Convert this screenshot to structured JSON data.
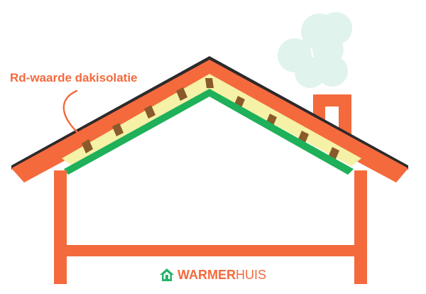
{
  "callout": {
    "label": "Rd-waarde dakisolatie"
  },
  "brand": {
    "part1": "WARMER",
    "part2": "HUIS"
  },
  "icons": [
    "house-logo-icon",
    "smoke-cloud-icon",
    "curved-arrow-icon"
  ],
  "colors": {
    "wall": "#f46a3d",
    "roof_cover": "#2d2a2b",
    "vapour_barrier": "#1fb05a",
    "insulation": "#f5f1a6",
    "rafter": "#8a5a2a",
    "smoke": "#e0f3ec",
    "brand_green": "#27b36a",
    "brand_text": "#f46a3d"
  }
}
